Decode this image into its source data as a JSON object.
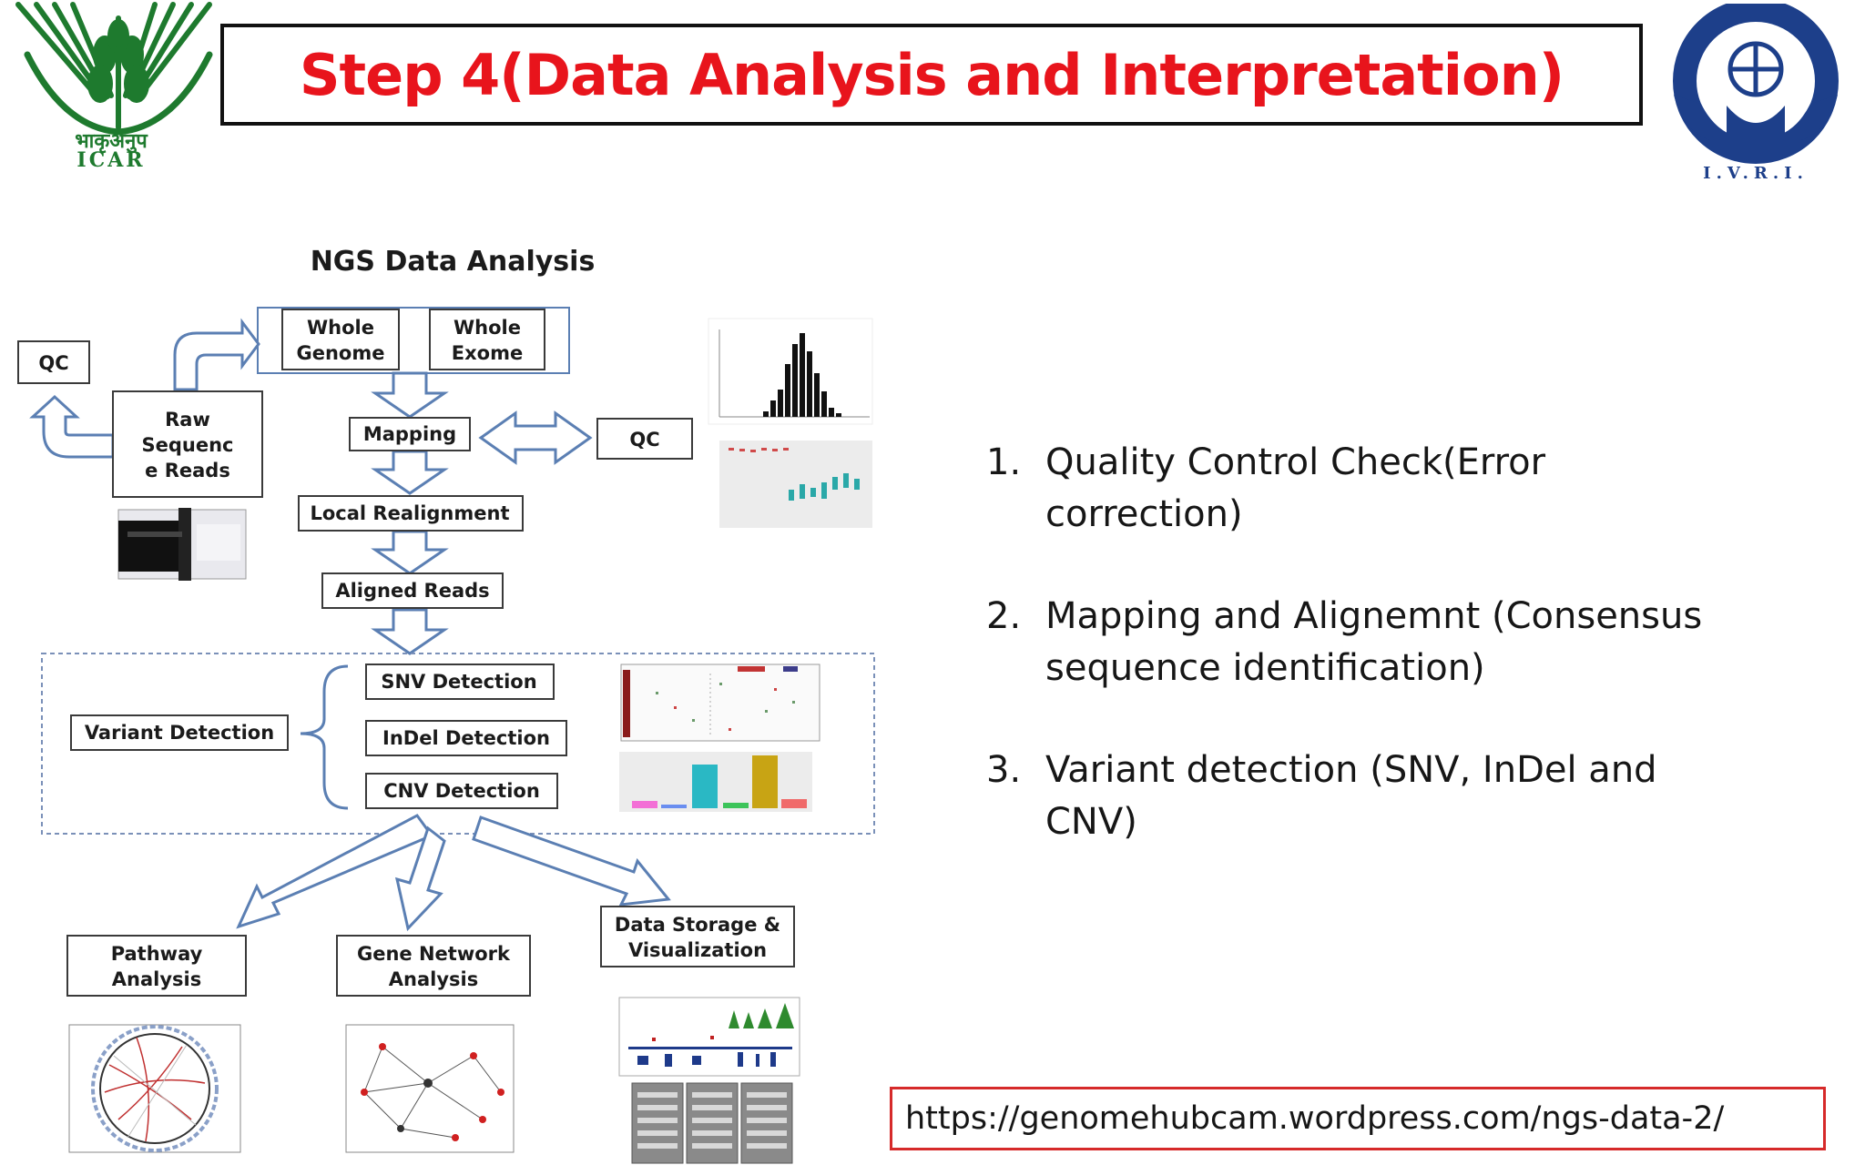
{
  "slide": {
    "title": "Step 4(Data Analysis and Interpretation)",
    "left_logo": {
      "icon": "icar-wheat-logo-icon",
      "hindi_text": "भाकृअनुप",
      "english_text": "ICAR",
      "color": "#1e7a2e"
    },
    "right_logo": {
      "icon": "ivri-emblem-icon",
      "text": "I.V.R.I.",
      "color": "#1d3f8a"
    },
    "accent_color": "#e8141c",
    "url": "https://genomehubcam.wordpress.com/ngs-data-2/"
  },
  "diagram": {
    "title": "NGS Data Analysis",
    "qc_left": "QC",
    "raw_reads": [
      "Raw",
      "Sequenc",
      "e Reads"
    ],
    "whole_genome": [
      "Whole",
      "Genome"
    ],
    "whole_exome": [
      "Whole",
      "Exome"
    ],
    "mapping": "Mapping",
    "qc_right": "QC",
    "local_realignment": "Local Realignment",
    "aligned_reads": "Aligned Reads",
    "variant_detection": "Variant Detection",
    "snv_detection": "SNV  Detection",
    "indel_detection": "InDel  Detection",
    "cnv_detection": "CNV  Detection",
    "pathway_analysis": [
      "Pathway",
      "Analysis"
    ],
    "gene_network_analysis": [
      "Gene Network",
      "Analysis"
    ],
    "data_storage": [
      "Data Storage &",
      "Visualization"
    ],
    "icons": [
      "sequencer-machine-icon",
      "histogram-thumbnail-icon",
      "boxplot-thumbnail-icon",
      "heatmap-thumbnail-icon",
      "bar-chart-thumbnail-icon",
      "circos-plot-icon",
      "network-graph-icon",
      "genome-browser-icon",
      "server-stack-icon"
    ],
    "arrow_color": "#5b7fb3"
  },
  "steps": [
    {
      "num": "1.",
      "text": "Quality Control Check(Error correction)"
    },
    {
      "num": "2.",
      "text": "Mapping and Alignemnt (Consensus sequence identification)"
    },
    {
      "num": "3.",
      "text": "Variant detection (SNV, InDel and CNV)"
    }
  ]
}
